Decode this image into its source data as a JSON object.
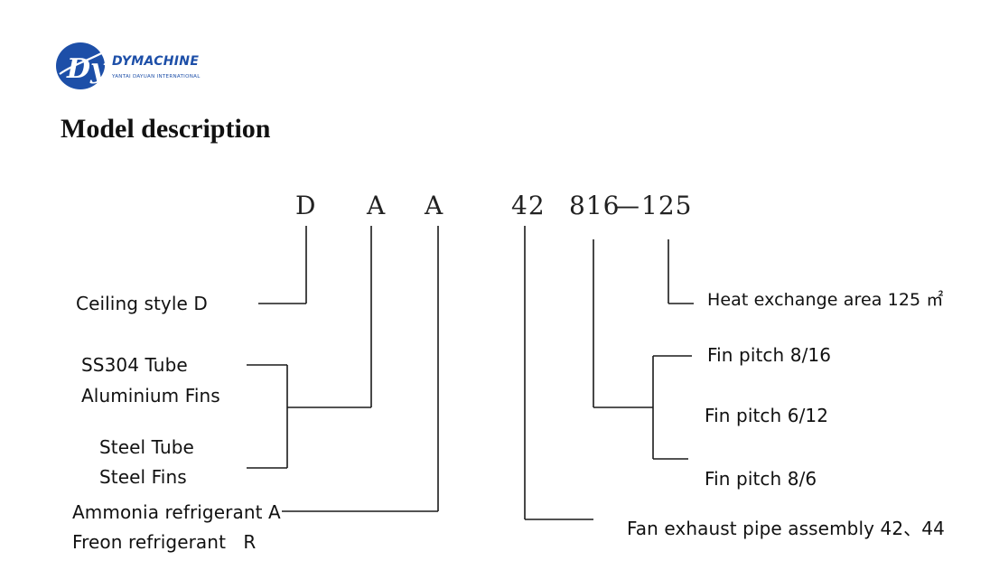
{
  "brand": {
    "monogram": "Dy",
    "wordmark": "DYMACHINE",
    "tagline": "YANTAI DAYUAN INTERNATIONAL",
    "color": "#1d4fa8"
  },
  "title": "Model description",
  "code": {
    "d": "D",
    "a1": "A",
    "a2": "A",
    "n42": "42",
    "n816": "816",
    "dash": "—",
    "n125": "125"
  },
  "labels": {
    "ceiling": "Ceiling style D",
    "ss304_tube": "SS304 Tube",
    "aluminium_fins": "Aluminium Fins",
    "steel_tube": "Steel Tube",
    "steel_fins": "Steel Fins",
    "ammonia": "Ammonia refrigerant A",
    "freon": "Freon refrigerant   R",
    "heat_area": "Heat exchange area 125 ㎡",
    "fin_8_16": "Fin pitch 8/16",
    "fin_6_12": "Fin pitch 6/12",
    "fin_8_6": "Fin pitch 8/6",
    "fan_pipe": "Fan exhaust pipe assembly 42、44"
  }
}
